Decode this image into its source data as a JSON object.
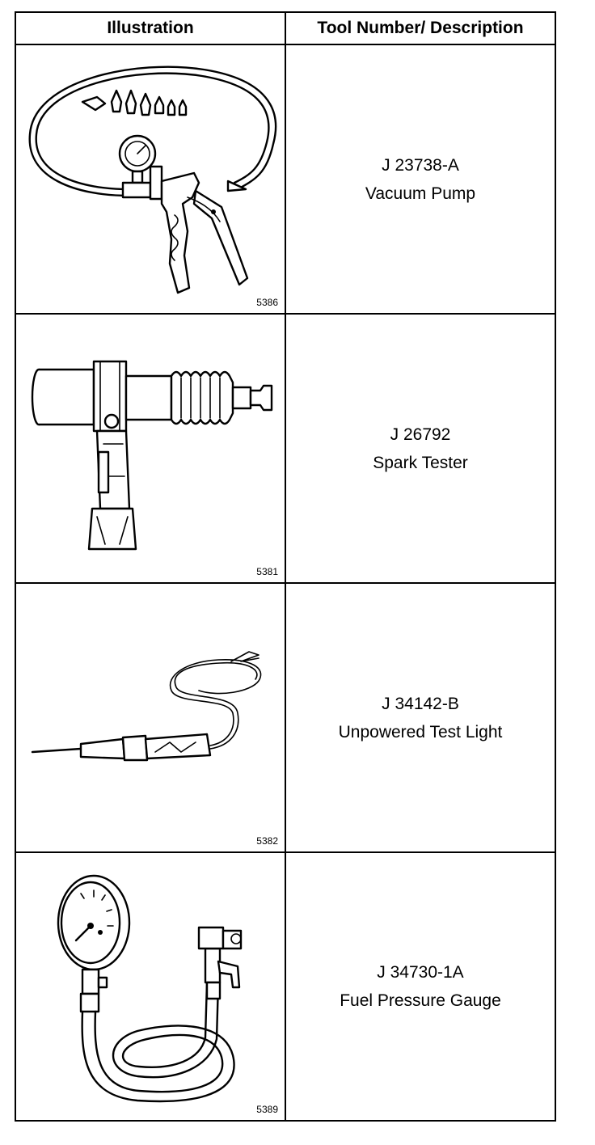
{
  "header": {
    "illustration": "Illustration",
    "description": "Tool Number/ Description"
  },
  "rows": [
    {
      "fig": "5386",
      "number": "J 23738-A",
      "name": "Vacuum Pump",
      "icon": "vacuum-pump-icon"
    },
    {
      "fig": "5381",
      "number": "J 26792",
      "name": "Spark Tester",
      "icon": "spark-tester-icon"
    },
    {
      "fig": "5382",
      "number": "J 34142-B",
      "name": "Unpowered Test Light",
      "icon": "test-light-icon"
    },
    {
      "fig": "5389",
      "number": "J 34730-1A",
      "name": "Fuel Pressure Gauge",
      "icon": "fuel-pressure-gauge-icon"
    }
  ]
}
